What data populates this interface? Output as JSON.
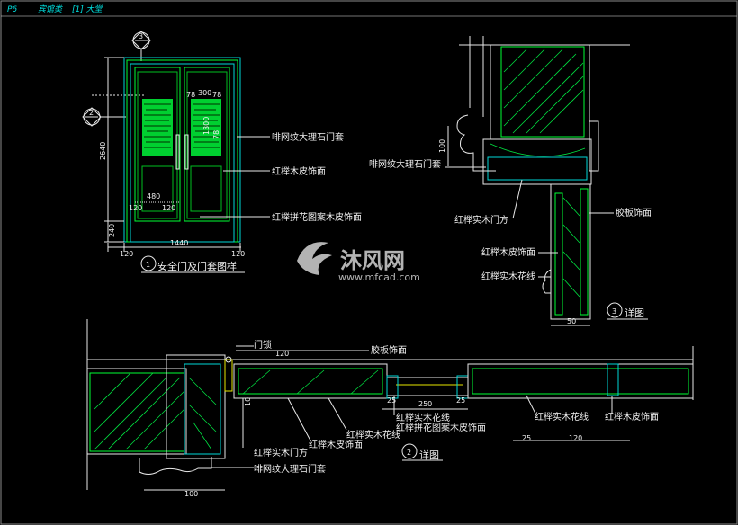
{
  "header": {
    "code": "P6",
    "title": "宾馆类",
    "subtitle": "[1] 大堂"
  },
  "elevation": {
    "dims": {
      "height_total": "2640",
      "base": "240",
      "width_total": "1440",
      "left_margin": "120",
      "right_margin": "120",
      "panel_width": "480",
      "stile_left": "120",
      "stile_right": "120",
      "right_top_a": "78",
      "right_top_b": "300",
      "right_top_c": "78",
      "right_top_d": "78",
      "mid_side": "1300"
    },
    "callouts": {
      "top": "3",
      "left": "2"
    },
    "labels": {
      "marble_frame": "啡网纹大理石门套",
      "wood_veneer": "红榉木皮饰面",
      "parquet_panel": "红榉拼花图案木皮饰面"
    },
    "title_num": "1",
    "title": "安全门及门套图样"
  },
  "detail3": {
    "dims": {
      "top_left": "100",
      "bottom": "50"
    },
    "labels": {
      "marble_frame": "啡网纹大理石门套",
      "door_jamb": "红榉实木门方",
      "laminate": "胶板饰面",
      "wood_veneer": "红榉木皮饰面",
      "moulding": "红榉实木花线"
    },
    "title_num": "3",
    "title": "详图"
  },
  "detail2": {
    "dims": {
      "top": "120",
      "left_vertical": "10",
      "mid": "250",
      "gap_a": "25",
      "gap_b": "25",
      "right_a": "25",
      "right_b": "120",
      "bottom": "100"
    },
    "labels": {
      "lock": "门锁",
      "laminate": "胶板饰面",
      "moulding_a": "红榉实木花线",
      "parquet": "红榉拼花图案木皮饰面",
      "moulding_b": "红榉实木花线",
      "veneer_right": "红榉木皮饰面",
      "door_jamb": "红榉实木门方",
      "wood_veneer": "红榉木皮饰面",
      "moulding_c": "红榉实木花线",
      "marble_frame": "啡网纹大理石门套"
    },
    "title_num": "2",
    "title": "详图"
  },
  "watermark": {
    "brand": "沐风网",
    "url": "www.mfcad.com"
  }
}
